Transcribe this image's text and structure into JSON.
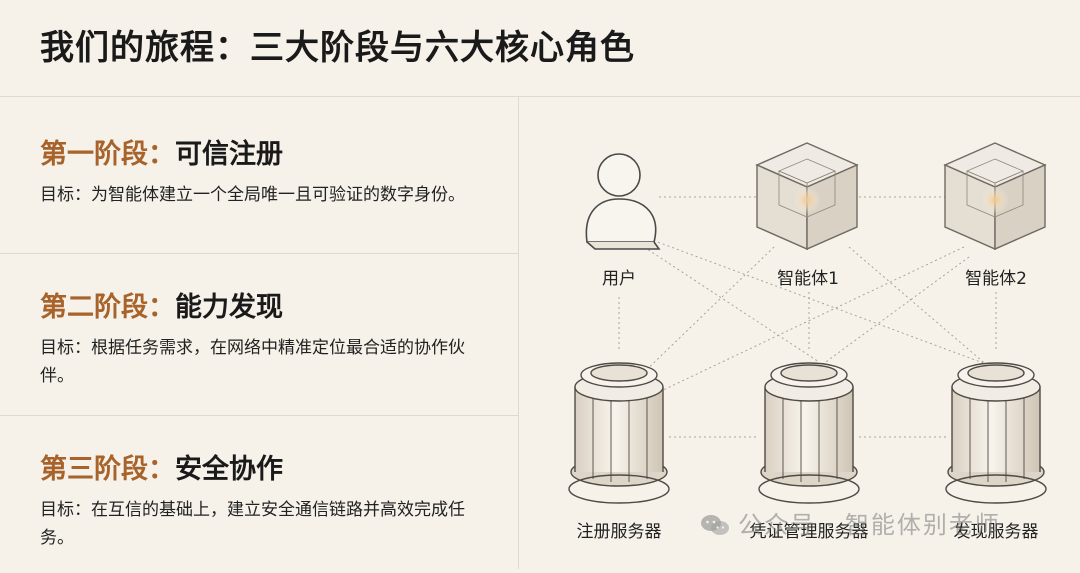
{
  "title": "我们的旅程：三大阶段与六大核心角色",
  "stages": [
    {
      "number": "第一阶段：",
      "name": "可信注册",
      "goal": "目标：为智能体建立一个全局唯一且可验证的数字身份。"
    },
    {
      "number": "第二阶段：",
      "name": "能力发现",
      "goal": "目标：根据任务需求，在网络中精准定位最合适的协作伙伴。"
    },
    {
      "number": "第三阶段：",
      "name": "安全协作",
      "goal": "目标：在互信的基础上，建立安全通信链路并高效完成任务。"
    }
  ],
  "roles": {
    "user": "用户",
    "agent1": "智能体1",
    "agent2": "智能体2",
    "registry": "注册服务器",
    "credential": "凭证管理服务器",
    "discovery": "发现服务器"
  },
  "watermark": "公众号 · 智能体别老师",
  "colors": {
    "accent": "#a8632a",
    "background": "#f6f2ea"
  }
}
